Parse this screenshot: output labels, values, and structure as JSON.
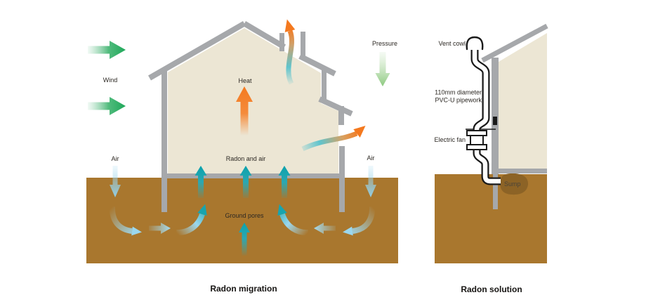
{
  "diagram_left": {
    "caption": "Radon migration",
    "labels": {
      "wind": "Wind",
      "heat": "Heat",
      "pressure": "Pressure",
      "air_left": "Air",
      "air_right": "Air",
      "radon_and_air": "Radon and air",
      "ground_pores": "Ground pores"
    }
  },
  "diagram_right": {
    "caption": "Radon solution",
    "labels": {
      "vent_cowl": "Vent cowl",
      "pipework_line1": "110mm diameter",
      "pipework_line2": "PVC-U pipework",
      "electric_fan": "Electric fan",
      "sump": "Sump"
    }
  },
  "colors": {
    "ground": "#a9772e",
    "sump": "#8c6326",
    "interior": "#ece6d4",
    "wall": "#a6a8ab",
    "wind_green": "#1fa85a",
    "pressure_green": "#8cc97e",
    "heat_orange": "#f4791f",
    "radon_teal": "#0aa2ad",
    "soil_blue": "#9bd7ee",
    "pipe_outline": "#1a1a1a"
  }
}
